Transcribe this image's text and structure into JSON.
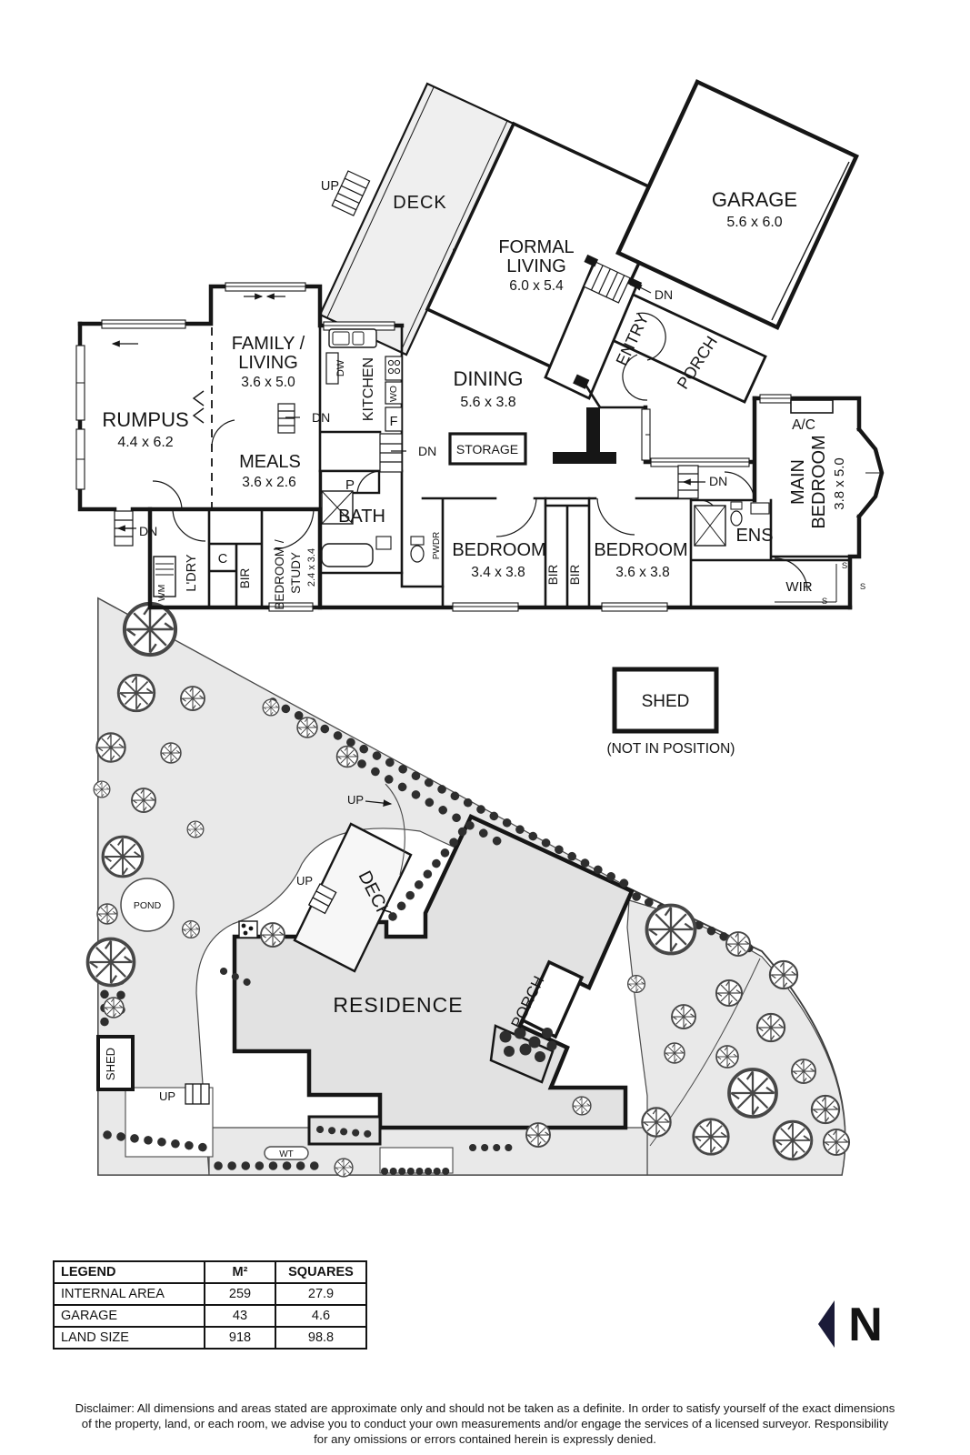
{
  "floor_plan": {
    "deck": "DECK",
    "up": "UP",
    "dn": "DN",
    "garage": {
      "name": "GARAGE",
      "dim": "5.6 x 6.0"
    },
    "formal_living": {
      "l1": "FORMAL",
      "l2": "LIVING",
      "dim": "6.0 x 5.4"
    },
    "entry": "ENTRY",
    "porch": "PORCH",
    "dining": {
      "name": "DINING",
      "dim": "5.6 x 3.8"
    },
    "storage": "STORAGE",
    "kitchen": "KITCHEN",
    "dw": "DW",
    "wo": "WO",
    "f": "F",
    "p": "P",
    "family_living": {
      "l1": "FAMILY /",
      "l2": "LIVING",
      "dim": "3.6 x 5.0"
    },
    "rumpus": {
      "name": "RUMPUS",
      "dim": "4.4 x 6.2"
    },
    "meals": {
      "name": "MEALS",
      "dim": "3.6 x 2.6"
    },
    "bath": "BATH",
    "pwdr": "PWDR",
    "ldry": "L'DRY",
    "wm": "WM",
    "c": "C",
    "bir": "BIR",
    "bed_study": {
      "l1": "BEDROOM /",
      "l2": "STUDY",
      "dim": "2.4 x 3.4"
    },
    "bedroom1": {
      "name": "BEDROOM",
      "dim": "3.4 x 3.8"
    },
    "bedroom2": {
      "name": "BEDROOM",
      "dim": "3.6 x 3.8"
    },
    "main_bedroom": {
      "l1": "MAIN",
      "l2": "BEDROOM",
      "dim": "3.8 x 5.0"
    },
    "ens": "ENS",
    "wir": "WIR",
    "ac": "A/C",
    "s": "S"
  },
  "site_plan": {
    "shed": "SHED",
    "shed_note": "(NOT IN POSITION)",
    "residence": "RESIDENCE",
    "deck": "DECK",
    "porch": "PORCH",
    "pond": "POND",
    "shed_small": "SHED",
    "wt": "WT",
    "up": "UP"
  },
  "legend": {
    "headers": [
      "LEGEND",
      "M²",
      "SQUARES"
    ],
    "rows": [
      {
        "label": "INTERNAL AREA",
        "m2": "259",
        "squares": "27.9"
      },
      {
        "label": "GARAGE",
        "m2": "43",
        "squares": "4.6"
      },
      {
        "label": "LAND SIZE",
        "m2": "918",
        "squares": "98.8"
      }
    ]
  },
  "north_label": "N",
  "disclaimer": {
    "line1": "Disclaimer: All dimensions and areas stated are approximate only and should not be taken as a definite. In order to satisfy yourself of the exact dimensions",
    "line2": "of the property, land, or each room, we advise you to conduct your own measurements and/or engage the services of a licensed surveyor. Responsibility",
    "line3": "for any omissions or errors contained herein is expressly denied."
  },
  "colors": {
    "wall": "#161616",
    "deck_fill": "#efefef",
    "garden_fill": "#e9e9e9",
    "residence_fill": "#e2e2e2",
    "north": "#1b1b38"
  }
}
